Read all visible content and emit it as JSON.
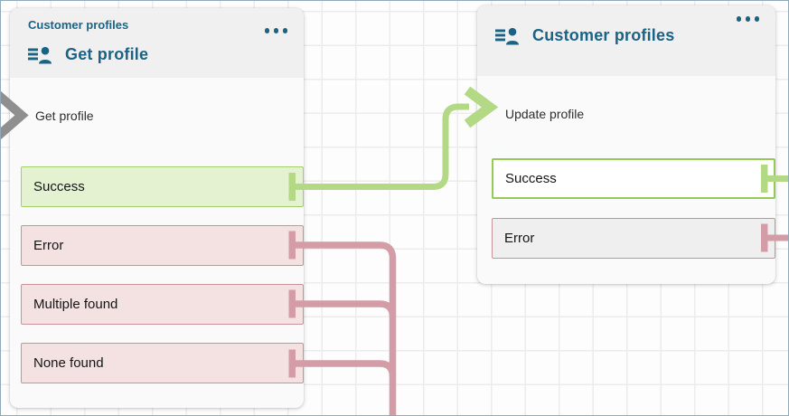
{
  "colors": {
    "accent_blue": "#1b6384",
    "success_border": "#a3ce6c",
    "success_fill": "#e4f2d2",
    "error_border": "#c7939b",
    "error_fill": "#f4e2e3",
    "connector_green": "#b3d985",
    "connector_pink": "#d49ca7",
    "input_arrow_gray": "#8f8f8f"
  },
  "left_card": {
    "category_label": "Customer profiles",
    "title": "Get profile",
    "action": "Get profile",
    "menu_icon": "ellipsis-icon",
    "block_icon": "customer-profiles-icon",
    "outputs": [
      {
        "label": "Success",
        "status": "success"
      },
      {
        "label": "Error",
        "status": "error"
      },
      {
        "label": "Multiple found",
        "status": "error"
      },
      {
        "label": "None found",
        "status": "error"
      }
    ]
  },
  "right_card": {
    "title": "Customer profiles",
    "action": "Update profile",
    "menu_icon": "ellipsis-icon",
    "block_icon": "customer-profiles-icon",
    "outputs": [
      {
        "label": "Success",
        "status": "success"
      },
      {
        "label": "Error",
        "status": "error"
      }
    ]
  }
}
